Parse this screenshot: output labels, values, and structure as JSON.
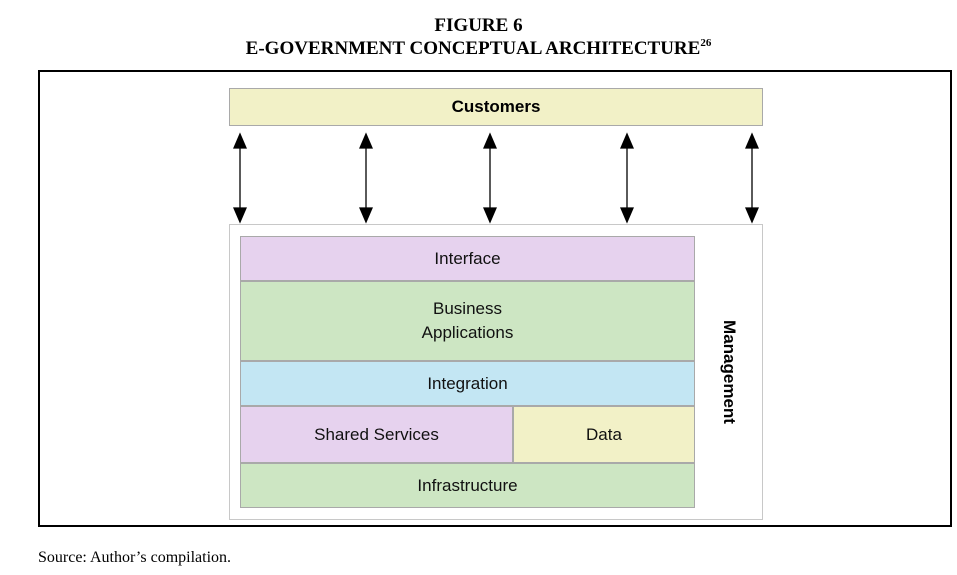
{
  "figure": {
    "number": "FIGURE 6",
    "title": "E-GOVERNMENT CONCEPTUAL ARCHITECTURE",
    "footnote_ref": "26"
  },
  "diagram": {
    "top_layer": "Customers",
    "side_label": "Management",
    "layers": {
      "interface": "Interface",
      "business_line1": "Business",
      "business_line2": "Applications",
      "integration": "Integration",
      "shared_services": "Shared Services",
      "data": "Data",
      "infrastructure": "Infrastructure"
    },
    "colors": {
      "yellow": "#f2f1c7",
      "purple": "#e6d2ee",
      "green": "#cde6c3",
      "blue": "#c3e6f3"
    }
  },
  "source": "Source: Author’s compilation."
}
